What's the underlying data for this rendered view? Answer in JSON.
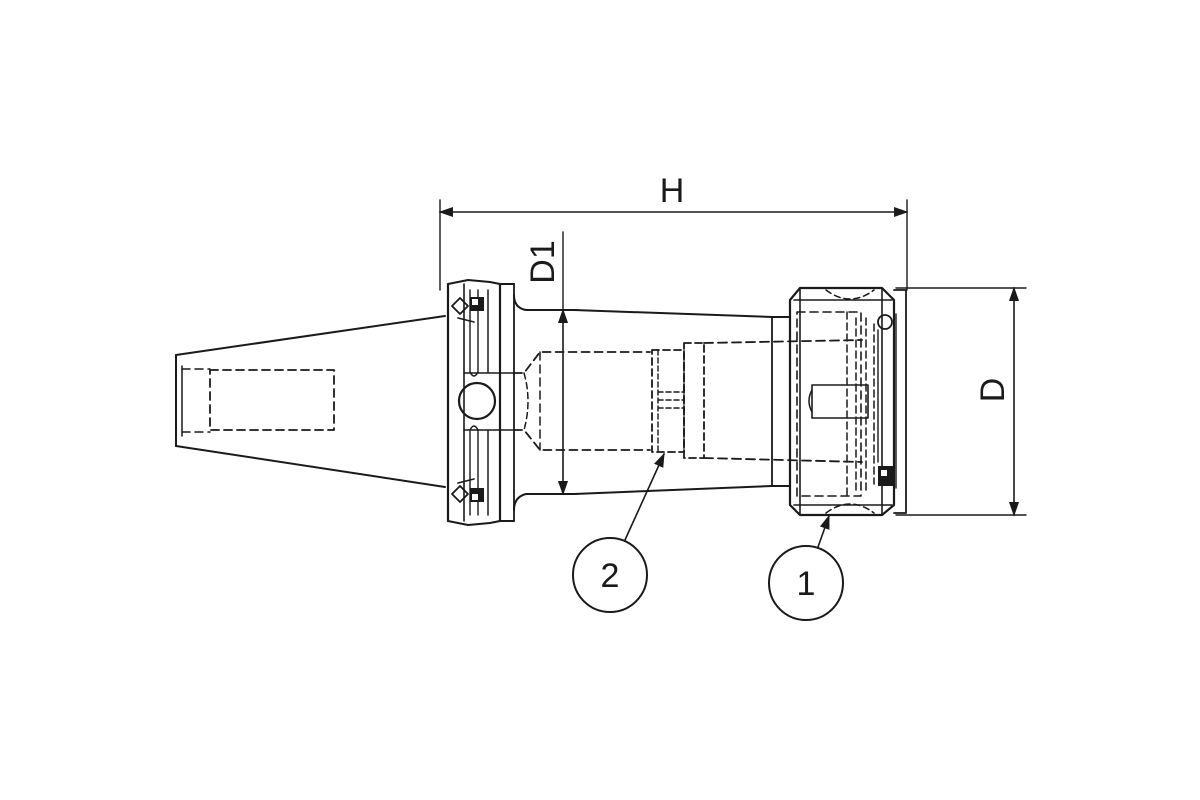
{
  "diagram": {
    "dimensions": {
      "overall_length": "H",
      "shank_diameter": "D1",
      "nut_diameter": "D"
    },
    "callouts": [
      {
        "number": "1"
      },
      {
        "number": "2"
      }
    ],
    "colors": {
      "line": "#1a1a1a",
      "background": "#ffffff"
    }
  }
}
